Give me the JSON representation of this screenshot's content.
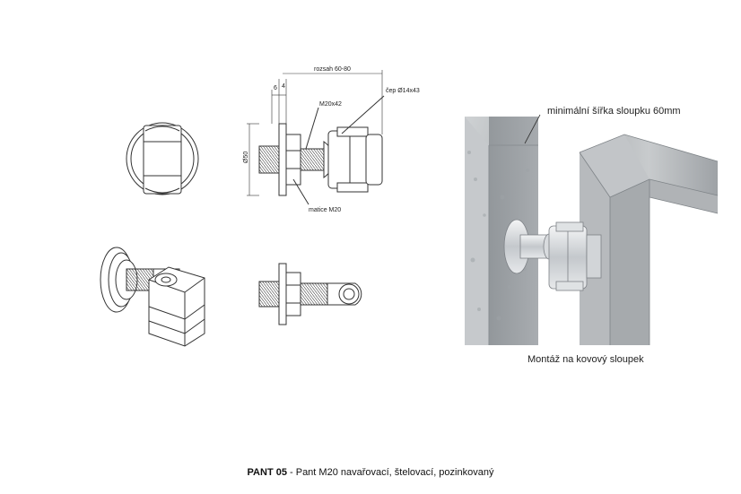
{
  "drawing": {
    "dim_range": "rozsah 60-80",
    "dim_6": "6",
    "dim_4": "4",
    "thread_label": "M20x42",
    "pin_label": "čep Ø14x43",
    "diameter_label": "Ø50",
    "nut_label": "matice M20"
  },
  "photo": {
    "width_note": "minimální šířka sloupku 60mm",
    "caption": "Montáž na kovový sloupek"
  },
  "footer": {
    "code": "PANT 05",
    "description": " - Pant M20 navařovací, štelovací,  pozinkovaný"
  }
}
